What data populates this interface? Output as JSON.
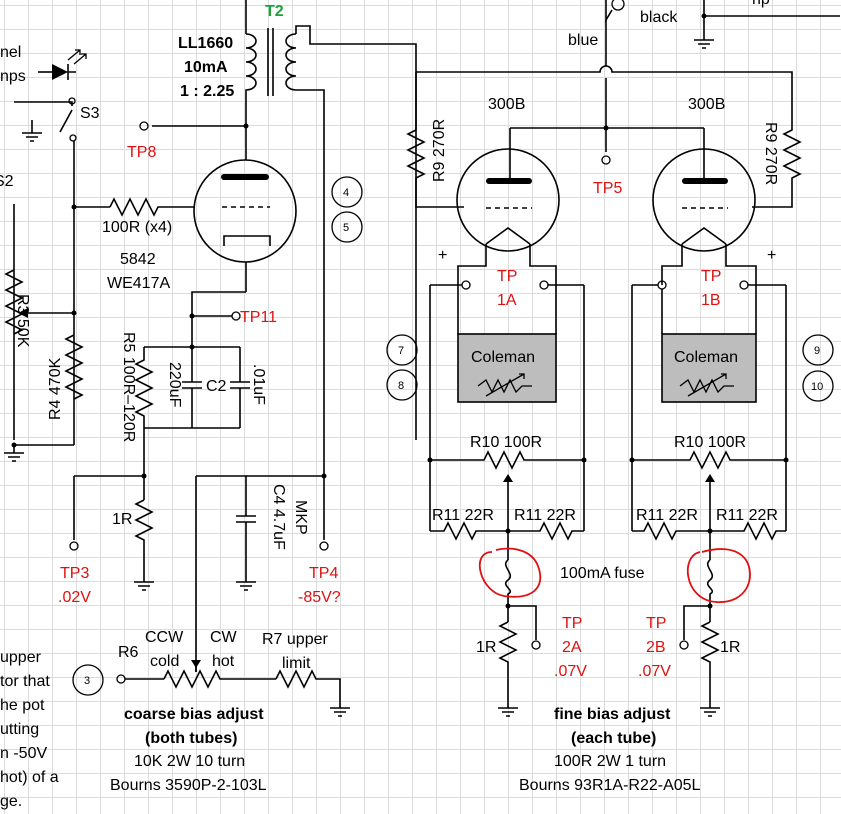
{
  "transformer": {
    "ref": "T2",
    "model": "LL1660",
    "current": "10mA",
    "ratio": "1 : 2.25"
  },
  "wires": {
    "blue": "blue",
    "black": "black",
    "top_right": "np"
  },
  "left_cut": {
    "panel": "nel",
    "lamps": "nps",
    "switch": "S3",
    "s2": "S2",
    "pot": "R3 50K"
  },
  "driver_tube": {
    "grid_resistor": "100R (x4)",
    "type": "5842",
    "alt_type": "WE417A"
  },
  "resistors": {
    "r4": "R4 470K",
    "r5": "R5 100R–120R",
    "r_1r": "1R",
    "r9_left": "R9 270R",
    "r9_right": "R9 270R",
    "r10_left": "R10 100R",
    "r10_right": "R10 100R",
    "r11_a": "R11 22R",
    "r11_b": "R11 22R",
    "r11_c": "R11 22R",
    "r11_d": "R11 22R",
    "r1r_left": "1R",
    "r1r_right": "1R",
    "r6": "R6",
    "r7": "R7 upper",
    "r7b": "limit"
  },
  "capacitors": {
    "c1": "220uF",
    "c2": "C2",
    "c2_val": ".01uF",
    "c4": "C4 4.7uF",
    "c4_type": "MKP"
  },
  "test_points": {
    "tp8": "TP8",
    "tp11": "TP11",
    "tp3": "TP3",
    "tp3_v": ".02V",
    "tp4": "TP4",
    "tp4_v": "-85V?",
    "tp5": "TP5",
    "tp1a": "TP",
    "tp1a_b": "1A",
    "tp1b": "TP",
    "tp1b_b": "1B",
    "tp2a": "TP",
    "tp2a_b": "2A",
    "tp2a_v": ".07V",
    "tp2b": "TP",
    "tp2b_b": "2B",
    "tp2b_v": ".07V"
  },
  "output_tubes": {
    "left": "300B",
    "right": "300B"
  },
  "coleman": {
    "left": "Coleman",
    "right": "Coleman"
  },
  "plus": "+",
  "circles": [
    "4",
    "5",
    "7",
    "8",
    "9",
    "10",
    "3"
  ],
  "fuse": "100mA fuse",
  "coarse": {
    "ccw": "CCW",
    "cold": "cold",
    "cw": "CW",
    "hot": "hot",
    "title1": "coarse bias adjust",
    "title2": "(both tubes)",
    "spec1": "10K 2W 10 turn",
    "spec2": "Bourns 3590P-2-103L"
  },
  "fine": {
    "title1": "fine bias adjust",
    "title2": "(each tube)",
    "spec1": "100R 2W 1 turn",
    "spec2": "Bourns 93R1A-R22-A05L"
  },
  "note_lines": [
    "upper",
    "tor that",
    "he pot",
    "utting",
    "n -50V",
    "hot) of a",
    "ge."
  ],
  "colors": {
    "red": "#e01010",
    "green": "#1aa33a",
    "coleman_fill": "#bdbdbd",
    "grid": "#dcdcdc"
  }
}
